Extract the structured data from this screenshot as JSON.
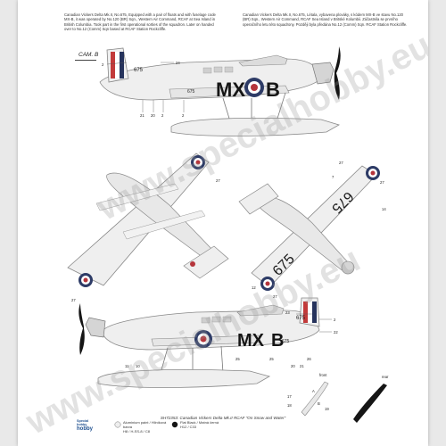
{
  "descriptions": {
    "english": "Canadian Vickers Delta Mk.II, No.675, Equipped with a pair of floats and with fuselage code MX-B, it was operated by No.120 (BR) Sqn., Western Air Command, RCAF at Sea Island in British Columbia. Took part in the first operational sorties of the squadron. Later on handed over to No.12 (Comm) Sqn based at RCAF Station Rockcliffe.",
    "czech": "Canadian Vickers Delta Mk.II, No.675, Létala, vybavena plováky, s kódem MX-B ve stavu No.120 (BR) Sqn., Western Air Command, RCAF Sea Island v Britské Kolumbii. Zúčastnila se prvního operačního letu této squadrony. Později byla předána No.12 (Comm) Sqn. RCAF Station Rockcliffe."
  },
  "scheme_label": "CAM. B",
  "codes": {
    "side": "MX",
    "individual": "B",
    "serial": "675"
  },
  "callouts": {
    "side_top": [
      "2",
      "24",
      "21",
      "20",
      "2",
      "2"
    ],
    "side_bottom": [
      "23",
      "25",
      "2",
      "22",
      "26",
      "25",
      "20",
      "21",
      "11",
      "10"
    ],
    "plan": [
      "27",
      "27",
      "27",
      "27",
      "27",
      "7",
      "14",
      "12"
    ],
    "prop": [
      "A",
      "B",
      "17",
      "18",
      "19"
    ]
  },
  "prop_labels": {
    "front": "front",
    "rear": "rear"
  },
  "legend": {
    "A": {
      "letter": "A",
      "text": "Aluminium paint / Hliníková barva\nH8 / H-SS-8 / C8"
    },
    "B": {
      "letter": "B",
      "text": "Flat Black / Matná černá\nH12 / C33"
    }
  },
  "logo": {
    "top": "Special hobby",
    "bottom": "hobby"
  },
  "caption": "SH72353: Canadian Vickers Delta Mk.II RCAF \"On Snow and Water\"",
  "watermark": "www.specialhobby.eu",
  "colors": {
    "aluminium": "#eeeeee",
    "black": "#151515",
    "roundel_blue": "#2d3b66",
    "roundel_red": "#b5353b",
    "fin_flash_red": "#c23a3a",
    "fin_flash_blue": "#26335c"
  }
}
